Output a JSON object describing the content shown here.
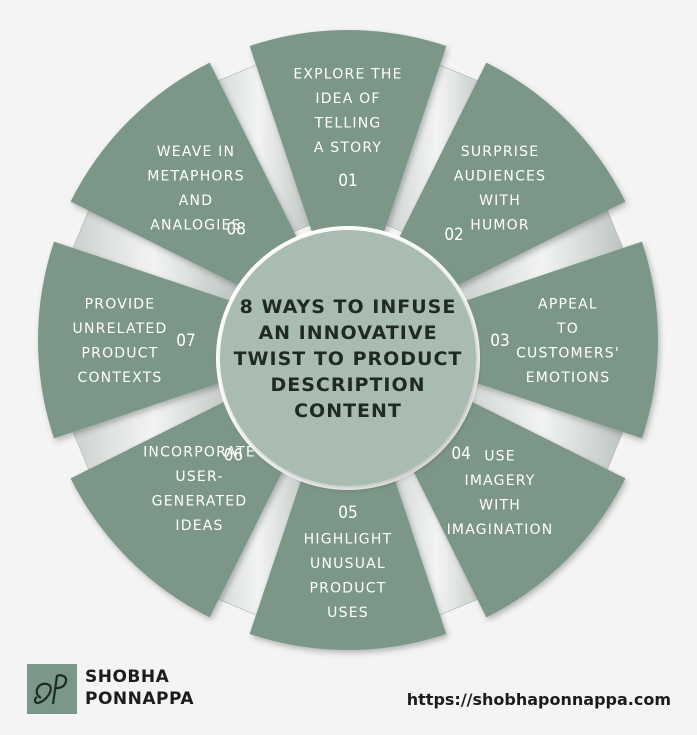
{
  "center": {
    "title_lines": [
      "8 WAYS TO INFUSE",
      "AN INNOVATIVE",
      "TWIST TO PRODUCT",
      "DESCRIPTION",
      "CONTENT"
    ]
  },
  "segments": [
    {
      "number": "01",
      "title_lines": [
        "EXPLORE THE",
        "IDEA OF",
        "TELLING",
        "A STORY"
      ]
    },
    {
      "number": "02",
      "title_lines": [
        "SURPRISE",
        "AUDIENCES",
        "WITH",
        "HUMOR"
      ]
    },
    {
      "number": "03",
      "title_lines": [
        "APPEAL",
        "TO",
        "CUSTOMERS'",
        "EMOTIONS"
      ]
    },
    {
      "number": "04",
      "title_lines": [
        "USE",
        "IMAGERY",
        "WITH",
        "IMAGINATION"
      ]
    },
    {
      "number": "05",
      "title_lines": [
        "HIGHLIGHT",
        "UNUSUAL",
        "PRODUCT",
        "USES"
      ]
    },
    {
      "number": "06",
      "title_lines": [
        "INCORPORATE",
        "USER-",
        "GENERATED",
        "IDEAS"
      ]
    },
    {
      "number": "07",
      "title_lines": [
        "PROVIDE",
        "UNRELATED",
        "PRODUCT",
        "CONTEXTS"
      ]
    },
    {
      "number": "08",
      "title_lines": [
        "WEAVE IN",
        "METAPHORS",
        "AND",
        "ANALOGIES"
      ]
    }
  ],
  "brand": {
    "logo_text": "SP",
    "name_line1": "SHOBHA",
    "name_line2": "PONNAPPA",
    "url": "https://shobhaponnappa.com"
  },
  "colors": {
    "segment": "#7b9787",
    "center_circle": "#a9bcb2",
    "background": "#f3f4f3",
    "text_dark": "#1c1c1c"
  }
}
